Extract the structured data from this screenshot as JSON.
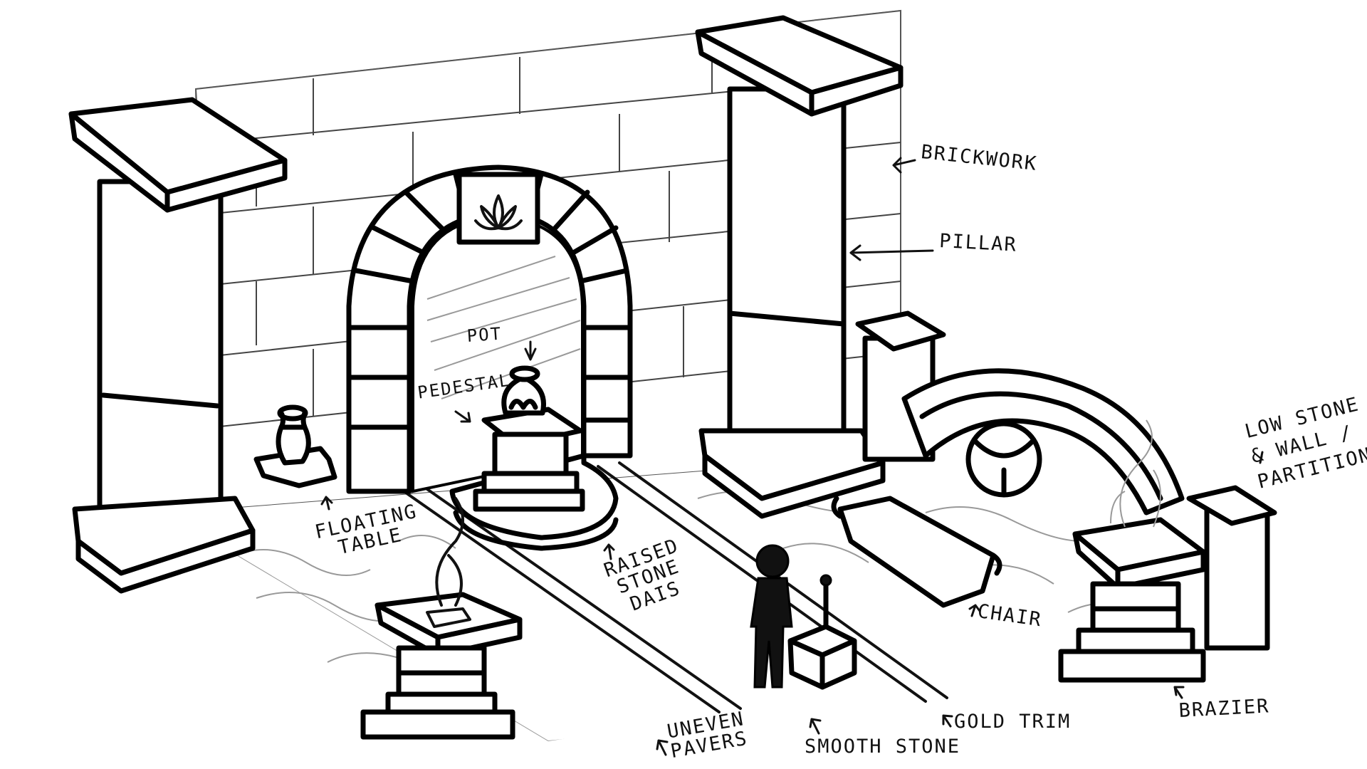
{
  "labels": {
    "brickwork": "Brickwork",
    "pillar": "Pillar",
    "pot": "Pot",
    "pedestal": "Pedestal",
    "floating_table": "Floating\nTable",
    "raised_stone_dais": "Raised\nStone\nDais",
    "low_stone_wall": "Low Stone\n& Wall /\nPartition",
    "chair": "Chair",
    "brazier": "Brazier",
    "gold_trim": "Gold Trim",
    "smooth_stone": "Smooth Stone",
    "uneven_pavers": "Uneven\nPavers"
  },
  "icons": {
    "arch_emblem": "lotus-icon"
  },
  "colors": {
    "ink": "#111111",
    "paper": "#ffffff",
    "sketch_grey": "#999999"
  }
}
